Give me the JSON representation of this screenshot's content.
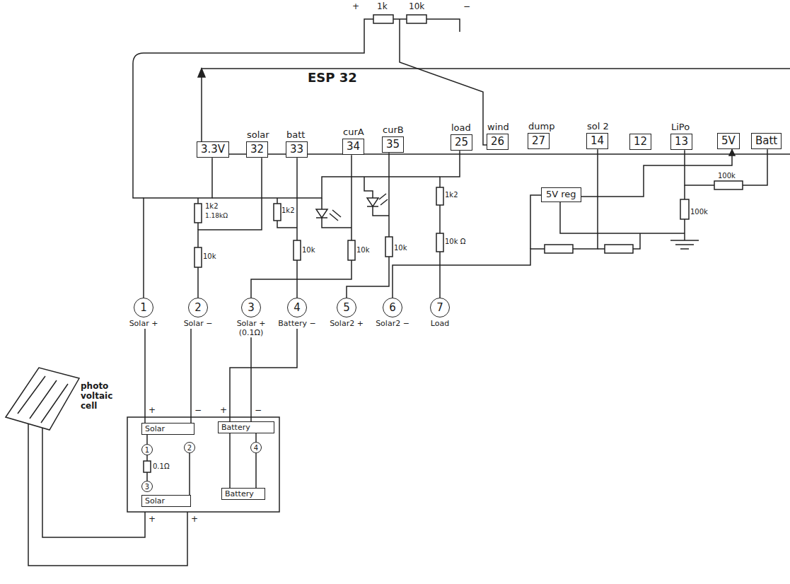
{
  "diagram": {
    "nodes": [
      {
        "text": [
          "3.3V"
        ]
      },
      {
        "text": [
          "solar",
          "32"
        ]
      },
      {
        "text": [
          "batt",
          "33"
        ]
      },
      {
        "text": [
          "curA",
          "34"
        ]
      },
      {
        "text": [
          "curB",
          "35"
        ]
      },
      {
        "text": [
          "load",
          "25"
        ]
      },
      {
        "text": [
          "wind",
          "26"
        ]
      },
      {
        "text": [
          "dump",
          "27"
        ]
      },
      {
        "text": [
          "sol 2",
          "14"
        ]
      },
      {
        "text": [
          "12"
        ]
      },
      {
        "text": [
          "LiPo",
          "13"
        ]
      },
      {
        "text": [
          "5V"
        ]
      },
      {
        "text": [
          "Batt"
        ]
      },
      {
        "text": [
          "5V reg"
        ]
      },
      {
        "text": [
          "1",
          "Solar +"
        ]
      },
      {
        "text": [
          "2",
          "Solar −"
        ]
      },
      {
        "text": [
          "3",
          "Solar +(0.1Ω)"
        ]
      },
      {
        "text": [
          "4",
          "Battery −"
        ]
      },
      {
        "text": [
          "5",
          "Solar2 +"
        ]
      },
      {
        "text": [
          "6",
          "Solar2 −"
        ]
      },
      {
        "text": [
          "7",
          "Load"
        ]
      },
      {
        "text": [
          "Solar"
        ]
      },
      {
        "text": [
          "Battery"
        ]
      },
      {
        "text": [
          "1"
        ]
      },
      {
        "text": [
          "2"
        ]
      },
      {
        "text": [
          "4"
        ]
      },
      {
        "text": [
          "3"
        ]
      },
      {
        "text": [
          "Solar"
        ]
      },
      {
        "text": [
          "Battery"
        ]
      }
    ],
    "edges": [
      {
        "from": 0,
        "to": 14,
        "arrow": "none"
      },
      {
        "from": 14,
        "to": 21,
        "arrow": "none"
      },
      {
        "from": 15,
        "to": 21,
        "arrow": "none"
      },
      {
        "from": 16,
        "to": 22,
        "arrow": "none"
      },
      {
        "from": 17,
        "to": 22,
        "arrow": "none"
      },
      {
        "from": 2,
        "to": 17,
        "arrow": "none"
      },
      {
        "from": 3,
        "to": 16,
        "arrow": "none"
      },
      {
        "from": 4,
        "to": 18,
        "arrow": "none"
      },
      {
        "from": 5,
        "to": 20,
        "arrow": "none"
      },
      {
        "from": 19,
        "to": 8,
        "arrow": "none"
      },
      {
        "from": 13,
        "to": 11,
        "arrow": "to"
      },
      {
        "from": 10,
        "to": 12,
        "arrow": "none"
      },
      {
        "from": 1,
        "to": 15,
        "arrow": "none"
      }
    ],
    "labels": [
      "+",
      "1k",
      "10k",
      "−",
      "ESP 32",
      "1k2",
      "1.18kΩ",
      "10k",
      "1k2",
      "10k",
      "10k",
      "10k",
      "1k2",
      "10k Ω",
      "100k",
      "100k",
      "photo voltaic cell",
      "+",
      "−",
      "+",
      "−",
      "0.1Ω",
      "+",
      "+"
    ]
  }
}
